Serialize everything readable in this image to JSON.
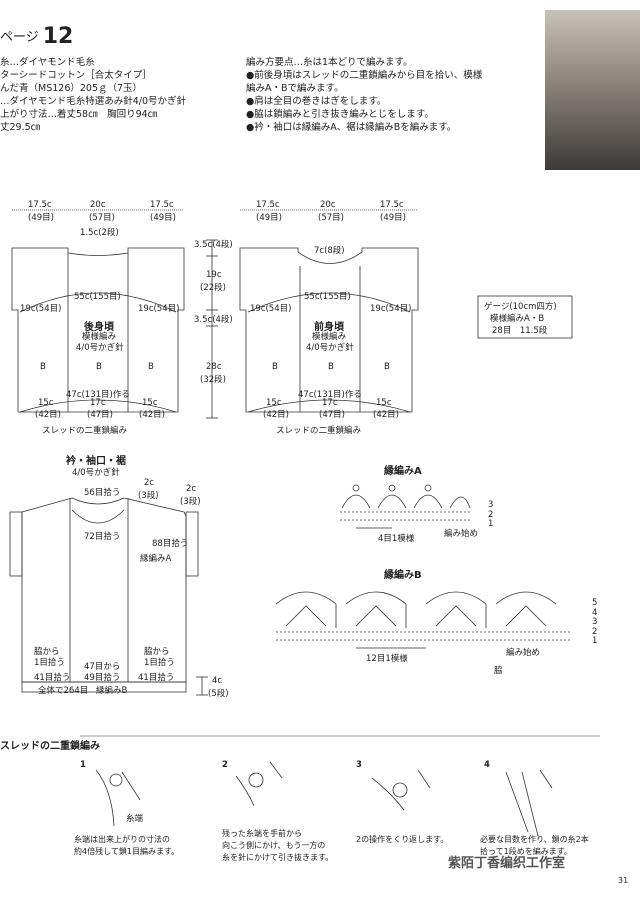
{
  "header": {
    "title_prefix": "ページ",
    "page_no": "12",
    "materials": [
      "糸…ダイヤモンド毛糸",
      "ターシードコットン［合太タイプ］",
      "んだ青（MS126）205ｇ（7玉）",
      "…ダイヤモンド毛糸特選あみ針4/0号かぎ針",
      "上がり寸法…着丈58㎝　胸回り94㎝",
      "丈29.5㎝"
    ],
    "points_title": "編み方要点…糸は1本どりで編みます。",
    "points": [
      "●前後身頃はスレッドの二重鎖編みから目を拾い、模様",
      "編みA・Bで編みます。",
      "●肩は全目の巻きはぎをします。",
      "●脇は鎖編みと引き抜き編みとじをします。",
      "●衿・袖口は縁編みA、裾は縁編みBを編みます。"
    ]
  },
  "back": {
    "top_widths": [
      "17.5c",
      "(49目)",
      "20c",
      "(57目)",
      "17.5c",
      "(49目)"
    ],
    "neck": "1.5c(2段)",
    "width": "55c(155目)",
    "side_l": "19c(54目)",
    "side_r": "19c(54目)",
    "name": "後身頃",
    "pattern": "模様編み",
    "hook": "4/0号かぎ針",
    "b1": "B",
    "b2": "B",
    "b3": "B",
    "bottom": "47c(131目)作る",
    "parts": [
      "15c",
      "(42目)",
      "17c",
      "(47目)",
      "15c",
      "(42目)"
    ],
    "chain_note": "スレッドの二重鎖編み"
  },
  "mid_dims": [
    "3.5c(4段)",
    "19c",
    "(22段)",
    "3.5c(4段)",
    "28c",
    "(32段)"
  ],
  "front": {
    "top_widths": [
      "17.5c",
      "(49目)",
      "20c",
      "(57目)",
      "17.5c",
      "(49目)"
    ],
    "neck": "7c(8段)",
    "width": "55c(155目)",
    "side_l": "19c(54目)",
    "side_r": "19c(54目)",
    "name": "前身頃",
    "pattern": "模様編み",
    "hook": "4/0号かぎ針",
    "b1": "B",
    "b2": "B",
    "b3": "B",
    "bottom": "47c(131目)作る",
    "parts": [
      "15c",
      "(42目)",
      "17c",
      "(47目)",
      "15c",
      "(42目)"
    ],
    "chain_note": "スレッドの二重鎖編み"
  },
  "gauge": {
    "line1": "ゲージ(10cm四方)",
    "line2": "模様編みA・B",
    "line3": "28目　11.5段"
  },
  "edging": {
    "title": "衿・袖口・裾",
    "hook": "4/0号かぎ針",
    "neck_pick": "56目拾う",
    "neck_side": "2c",
    "neck_side2": "(3段)",
    "sleeve_side": "2c",
    "sleeve_side2": "(3段)",
    "neck_72": "72目拾う",
    "sleeve_88": "88目拾う",
    "edgeA": "縁編みA",
    "side_l1": "脇から",
    "side_l2": "1目拾う",
    "mid_1": "47目から",
    "mid_2": "49目拾う",
    "side_r1": "脇から",
    "side_r2": "1目拾う",
    "pick41_l": "41目拾う",
    "pick41_r": "41目拾う",
    "total": "全体で264目",
    "edgeB": "縁編みB",
    "hem": "4c",
    "hem2": "(5段)"
  },
  "chartA": {
    "title": "縁編みA",
    "rows": [
      "3",
      "2",
      "1"
    ],
    "repeat": "4目1模様",
    "start": "編み始め"
  },
  "chartB": {
    "title": "縁編みB",
    "rows": [
      "5",
      "4",
      "3",
      "2",
      "1"
    ],
    "repeat": "12目1模様",
    "start": "編み始め",
    "side": "脇"
  },
  "thread": {
    "title": "スレッドの二重鎖編み",
    "steps": [
      "1",
      "2",
      "3",
      "4"
    ],
    "end_label": "糸端",
    "cap1": [
      "糸端は出来上がりの寸法の",
      "約4倍残して鎖1目編みます。"
    ],
    "cap2": [
      "残った糸端を手前から",
      "向こう側にかけ、もう一方の",
      "糸を針にかけて引き抜きます。"
    ],
    "cap3": [
      "2の操作をくり返します。"
    ],
    "cap4": [
      "必要な目数を作り、鎖の糸2本",
      "拾って1段めを編みます。"
    ]
  },
  "footer": {
    "watermark": "紫陌丁香编织工作室",
    "page": "31"
  }
}
